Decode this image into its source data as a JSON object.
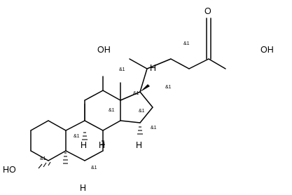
{
  "molecule": {
    "atom_labels": {
      "hydroxyl_12": "OH",
      "hydroxyl_3": "HO",
      "carbonyl_o": "O",
      "acid_oh": "OH",
      "h_17": "H",
      "h_9": "H",
      "h_8": "H",
      "h_14": "H",
      "h_5": "H"
    },
    "stereo_labels": {
      "c20": "&1",
      "c12": "&1",
      "c13": "&1",
      "c17": "&1",
      "c9": "&1",
      "c8": "&1",
      "c10": "&1",
      "c14": "&1",
      "c3": "&1",
      "c5": "&1"
    }
  },
  "colors": {
    "bonds": "#000000",
    "labels": "#000000",
    "background": "#ffffff"
  }
}
